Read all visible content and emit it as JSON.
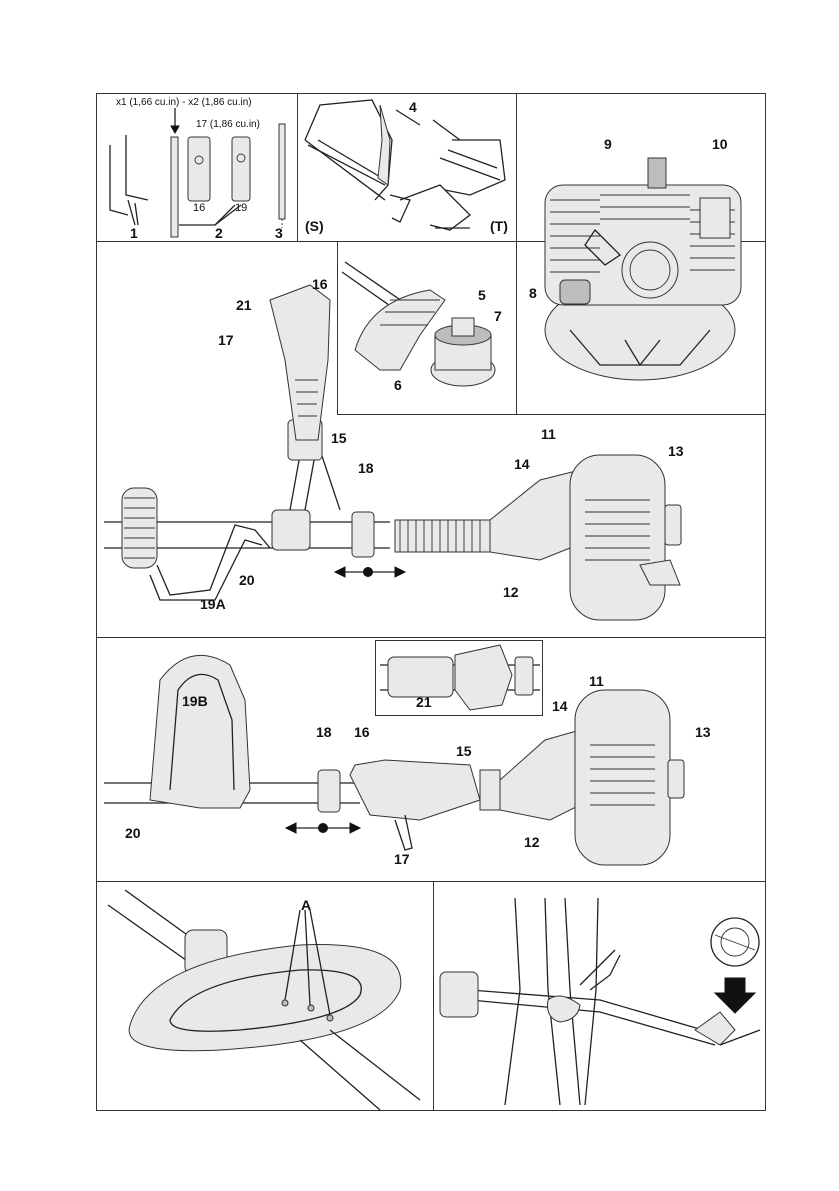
{
  "top_note": "x1 (1,66 cu.in) - x2 (1,86 cu.in)",
  "note_17": "17 (1,86 cu.in)",
  "panel_tools": {
    "l1": "1",
    "l2": "2",
    "l3": "3",
    "l16": "16",
    "l19": "19"
  },
  "panel_shields": {
    "l4": "4",
    "s": "(S)",
    "t": "(T)"
  },
  "panel_engine": {
    "l8": "8",
    "l9": "9",
    "l10": "10"
  },
  "panel_head": {
    "l5": "5",
    "l6": "6",
    "l7": "7"
  },
  "panel_bike": {
    "l11": "11",
    "l12": "12",
    "l13": "13",
    "l14": "14",
    "l15": "15",
    "l16": "16",
    "l17": "17",
    "l18": "18",
    "l19a": "19A",
    "l20": "20",
    "l21": "21"
  },
  "panel_loop": {
    "l11": "11",
    "l12": "12",
    "l13": "13",
    "l14": "14",
    "l15": "15",
    "l16": "16",
    "l17": "17",
    "l18": "18",
    "l19b": "19B",
    "l20": "20",
    "l21": "21"
  },
  "panel_guard": {
    "la": "A"
  }
}
